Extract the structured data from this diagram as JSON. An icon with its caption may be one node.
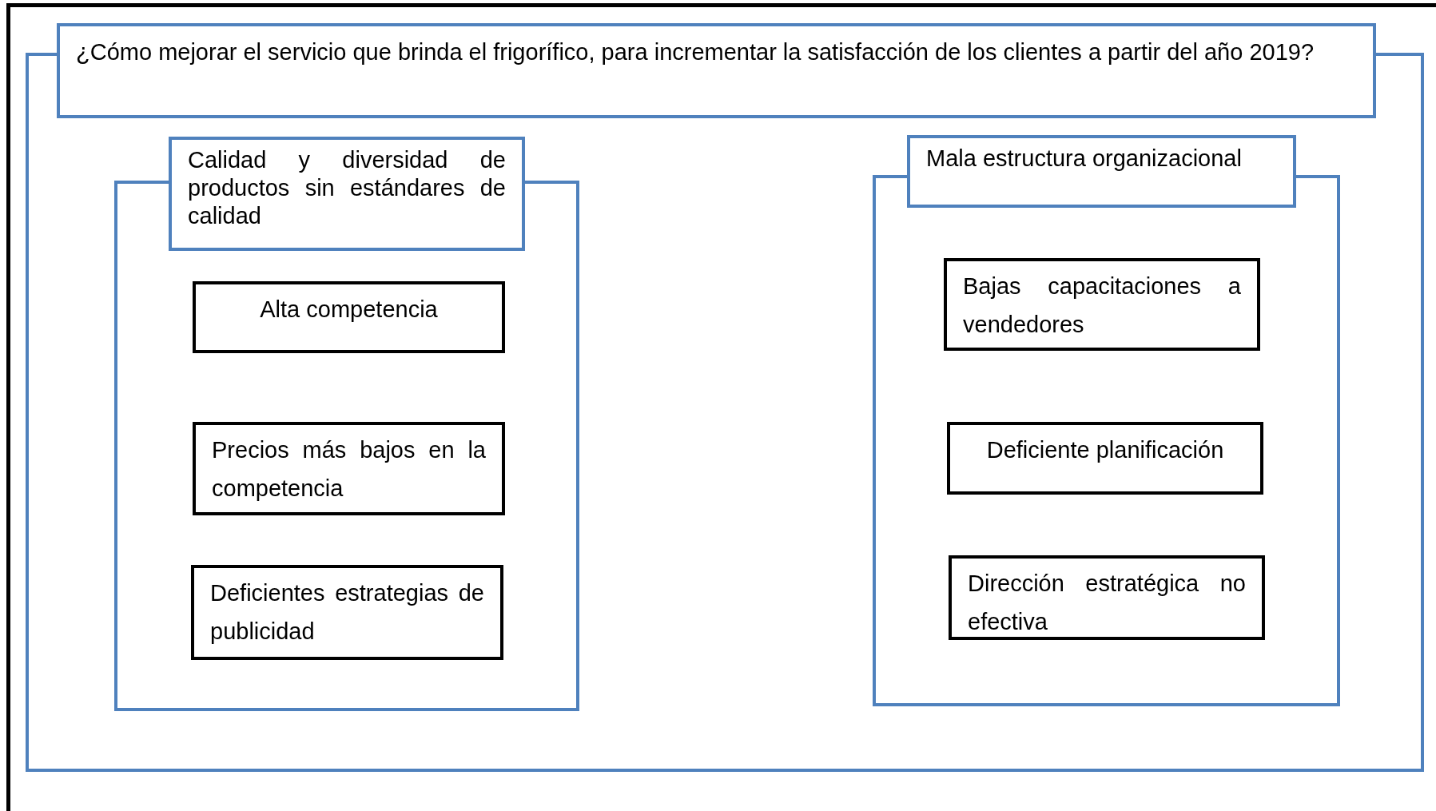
{
  "diagram": {
    "nodes": [
      {
        "text": [
          "¿Cómo mejorar el servicio que brinda el frigorífico, para incrementar la satisfacción de los clientes a partir del año 2019?"
        ]
      },
      {
        "text": [
          "Calidad y diversidad de productos sin estándares de calidad"
        ],
        "in": 0
      },
      {
        "text": [
          "Alta competencia"
        ],
        "in": 1
      },
      {
        "text": [
          "Precios más bajos en la competencia"
        ],
        "in": 1
      },
      {
        "text": [
          "Deficientes estrategias de publicidad"
        ],
        "in": 1
      },
      {
        "text": [
          "Mala estructura organizacional"
        ],
        "in": 0
      },
      {
        "text": [
          "Bajas capacitaciones a vendedores"
        ],
        "in": 5
      },
      {
        "text": [
          "Deficiente planificación"
        ],
        "in": 5
      },
      {
        "text": [
          "Dirección estratégica no efectiva"
        ],
        "in": 5
      }
    ]
  }
}
